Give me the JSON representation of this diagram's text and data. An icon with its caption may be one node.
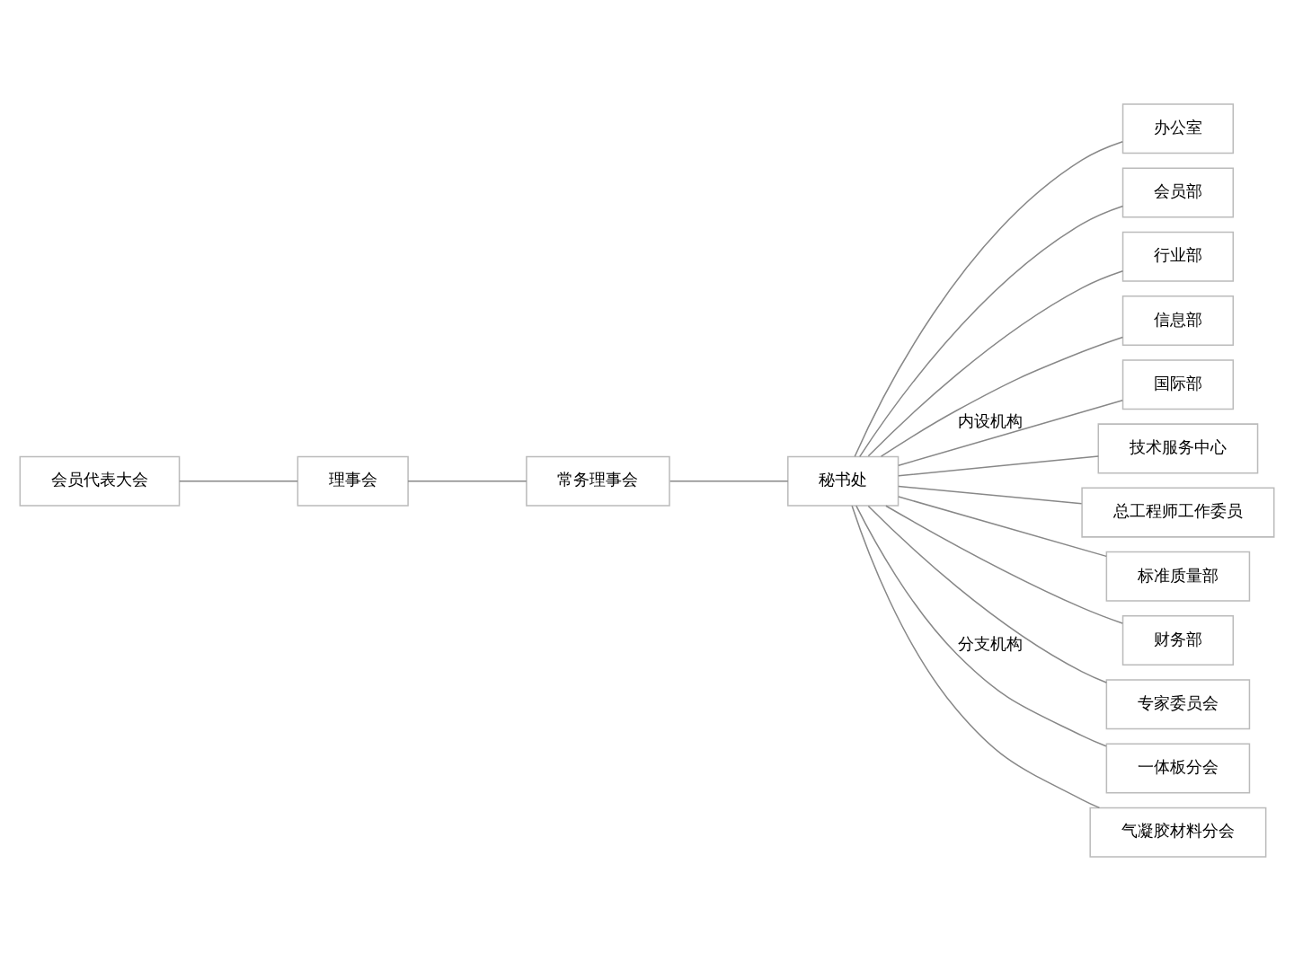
{
  "diagram": {
    "nodes": [
      {
        "text": [
          "会员代表大会"
        ]
      },
      {
        "text": [
          "理事会"
        ]
      },
      {
        "text": [
          "常务理事会"
        ]
      },
      {
        "text": [
          "秘书处"
        ]
      },
      {
        "text": [
          "办公室"
        ]
      },
      {
        "text": [
          "会员部"
        ]
      },
      {
        "text": [
          "行业部"
        ]
      },
      {
        "text": [
          "信息部"
        ]
      },
      {
        "text": [
          "国际部"
        ]
      },
      {
        "text": [
          "技术服务中心"
        ]
      },
      {
        "text": [
          "总工程师工作委员"
        ]
      },
      {
        "text": [
          "标准质量部"
        ]
      },
      {
        "text": [
          "财务部"
        ]
      },
      {
        "text": [
          "专家委员会"
        ]
      },
      {
        "text": [
          "一体板分会"
        ]
      },
      {
        "text": [
          "气凝胶材料分会"
        ]
      }
    ],
    "edges": [
      {
        "from": 0,
        "to": 1,
        "arrow": "none"
      },
      {
        "from": 1,
        "to": 2,
        "arrow": "none"
      },
      {
        "from": 2,
        "to": 3,
        "arrow": "none"
      },
      {
        "from": 3,
        "to": 4,
        "arrow": "none"
      },
      {
        "from": 3,
        "to": 5,
        "arrow": "none"
      },
      {
        "from": 3,
        "to": 6,
        "arrow": "none"
      },
      {
        "from": 3,
        "to": 7,
        "arrow": "none"
      },
      {
        "from": 3,
        "to": 8,
        "arrow": "none",
        "label": "内设机构"
      },
      {
        "from": 3,
        "to": 9,
        "arrow": "none"
      },
      {
        "from": 3,
        "to": 10,
        "arrow": "none"
      },
      {
        "from": 3,
        "to": 11,
        "arrow": "none"
      },
      {
        "from": 3,
        "to": 12,
        "arrow": "none"
      },
      {
        "from": 3,
        "to": 13,
        "arrow": "none"
      },
      {
        "from": 3,
        "to": 14,
        "arrow": "none",
        "label": "分支机构"
      },
      {
        "from": 3,
        "to": 15,
        "arrow": "none"
      }
    ]
  }
}
